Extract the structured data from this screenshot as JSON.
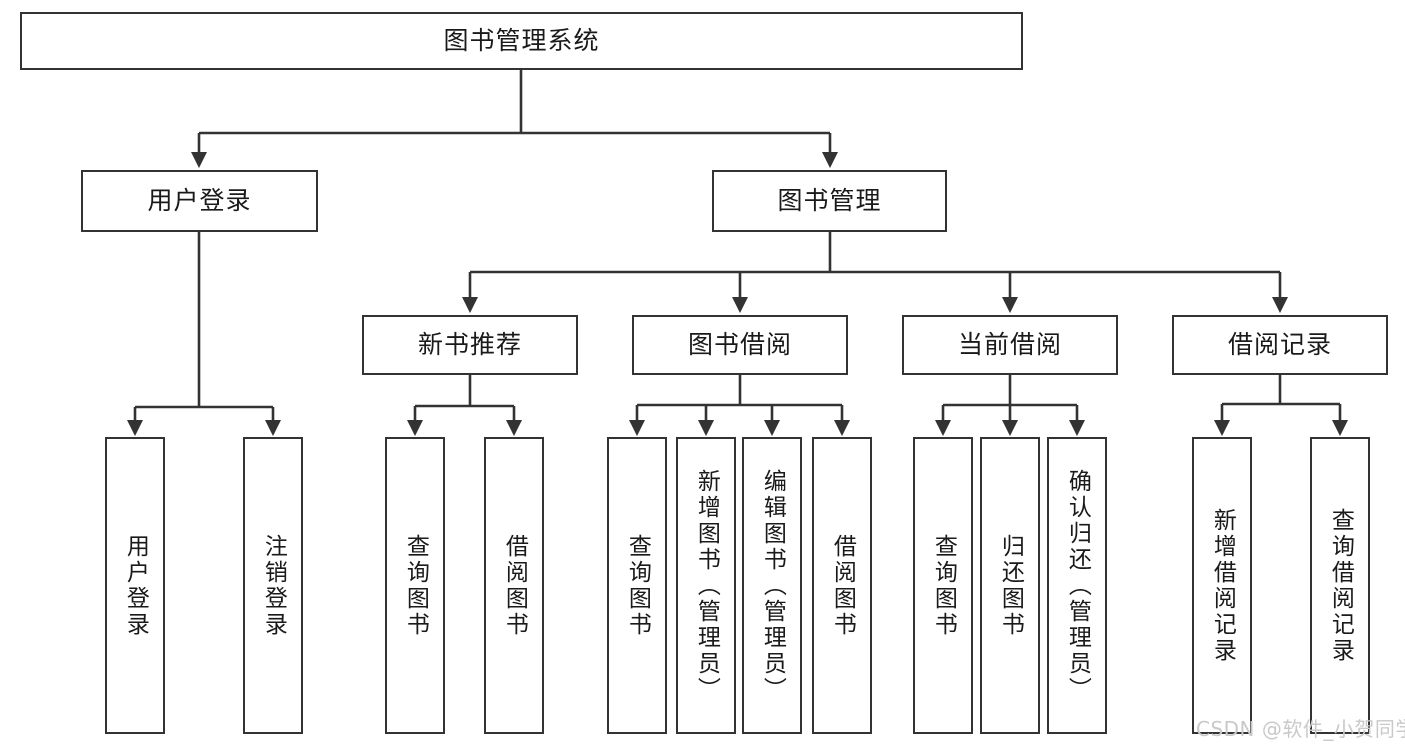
{
  "diagram": {
    "type": "tree-hierarchy",
    "title": "图书管理系统",
    "root": {
      "label": "图书管理系统"
    },
    "level2": [
      {
        "label": "用户登录"
      },
      {
        "label": "图书管理"
      }
    ],
    "level3": [
      {
        "label": "新书推荐"
      },
      {
        "label": "图书借阅"
      },
      {
        "label": "当前借阅"
      },
      {
        "label": "借阅记录"
      }
    ],
    "leaves": {
      "user_login": [
        {
          "label": "用户登录"
        },
        {
          "label": "注销登录"
        }
      ],
      "new_book_recommend": [
        {
          "label": "查询图书"
        },
        {
          "label": "借阅图书"
        }
      ],
      "book_borrow": [
        {
          "label": "查询图书"
        },
        {
          "label": "新增图书（管理员）"
        },
        {
          "label": "编辑图书（管理员）"
        },
        {
          "label": "借阅图书"
        }
      ],
      "current_borrow": [
        {
          "label": "查询图书"
        },
        {
          "label": "归还图书"
        },
        {
          "label": "确认归还（管理员）"
        }
      ],
      "borrow_record": [
        {
          "label": "新增借阅记录"
        },
        {
          "label": "查询借阅记录"
        }
      ]
    },
    "colors": {
      "stroke": "#333333",
      "fill": "#ffffff",
      "text": "#1a1a1a",
      "watermark": "#c9c9c9"
    }
  },
  "watermark": {
    "text": "CSDN @软件_小贺同学"
  }
}
